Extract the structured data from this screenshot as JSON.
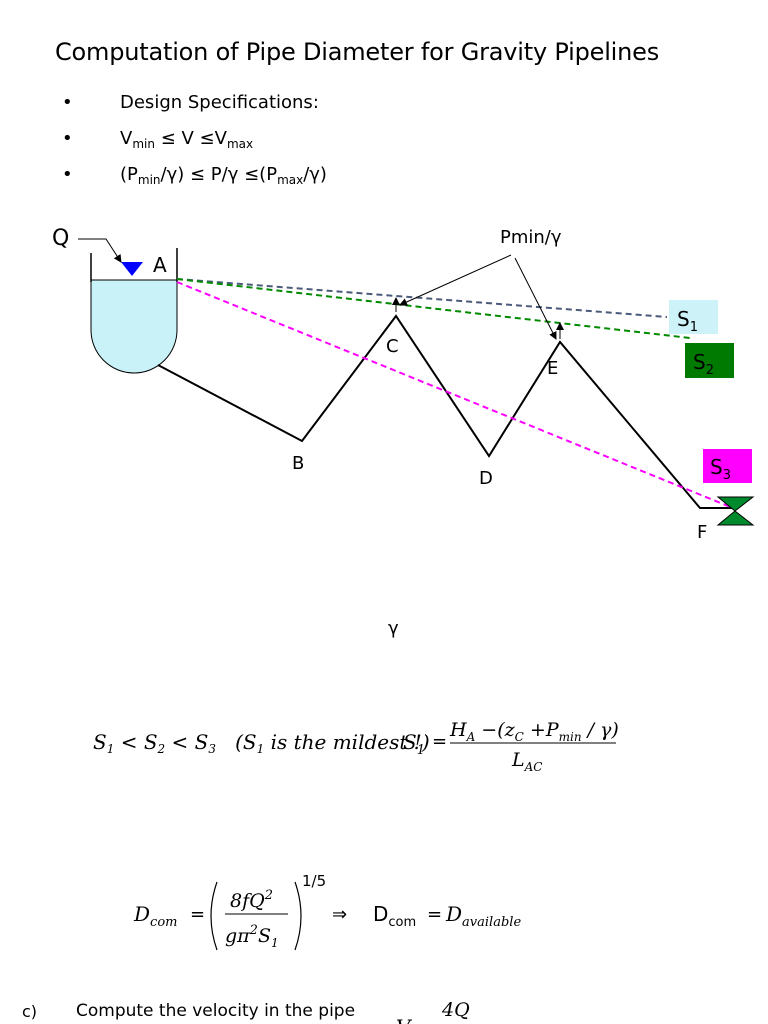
{
  "slide": {
    "title": "Computation of Pipe Diameter for Gravity Pipelines",
    "bullets": [
      {
        "bullet": "•",
        "text": "Design Specifications:"
      },
      {
        "bullet": "•",
        "v_prefix": "V",
        "v_min_sub": "min",
        "v_mid": " ≤ V ≤V",
        "v_max_sub": "max"
      },
      {
        "bullet": "•",
        "p_open": "(P",
        "p_min_sub": "min",
        "p_mid": "/γ) ≤ P/γ ≤(P",
        "p_max_sub": "max",
        "p_close": "/γ)"
      }
    ]
  },
  "diagram": {
    "points": {
      "q": "Q",
      "a": "A",
      "b": "B",
      "c": "C",
      "d": "D",
      "e": "E",
      "f": "F"
    },
    "pmin_label": "Pmin/γ",
    "slopes": [
      {
        "label": "S",
        "sub": "1",
        "color": "#cdf2f8"
      },
      {
        "label": "S",
        "sub": "2",
        "color": "#007a00"
      },
      {
        "label": "S",
        "sub": "3",
        "color": "#ff00ff"
      }
    ],
    "colors": {
      "reservoir": "#c8f1f8",
      "water_marker": "#0000ff",
      "valve": "#008a2e",
      "line_s1": "#4a5a7a",
      "line_s2": "#008a00",
      "line_s3": "#ff00ff"
    }
  },
  "gamma_symbol": "γ",
  "equations": {
    "comparison": "S",
    "comparison_sub1": "1",
    "lt1": "< S",
    "comparison_sub2": "2",
    "lt2": "< S",
    "comparison_sub3": "3",
    "note_open": "(S",
    "note_sub": "1",
    "note_close": " is the mildest !)",
    "s1_lhs": "S",
    "s1_lhs_sub": "1",
    "eq_sign": "=",
    "numerator_h": "H",
    "numerator_h_sub": "A",
    "numerator_minus": "−",
    "numerator_z": "z",
    "numerator_z_sub": "C",
    "numerator_plus": "+",
    "numerator_p": "P",
    "numerator_p_sub": "min",
    "numerator_gamma": "/ γ",
    "denominator_l": "L",
    "denominator_l_sub": "AC",
    "d_lhs": "D",
    "d_lhs_sub": "com",
    "d_eq": "=",
    "d_num": "8fQ",
    "d_num_sup": "2",
    "d_den": "gπ",
    "d_den_sup": "2",
    "d_den_s": "S",
    "d_den_s_sub": "1",
    "d_exp": "1/5",
    "implies": "⇒",
    "d2_lhs": "D",
    "d2_lhs_sub": "com",
    "d2_eq": "=",
    "d2_rhs": "D",
    "d2_rhs_sub": "available"
  },
  "step_c": {
    "label": "c)",
    "text": "Compute the velocity in the pipe",
    "v_lhs": "V",
    "v_eq": "=",
    "v_num": "4Q"
  }
}
